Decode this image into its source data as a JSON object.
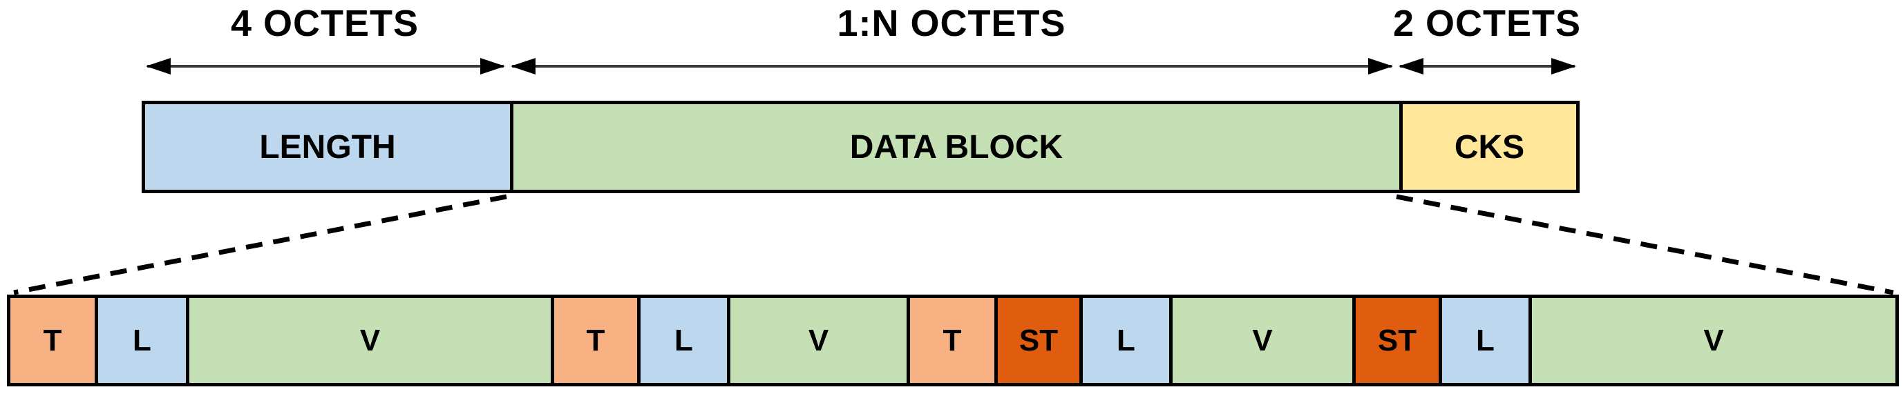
{
  "frame_diagram": {
    "dimension_labels": [
      {
        "label": "4 OCTETS"
      },
      {
        "label": "1:N OCTETS"
      },
      {
        "label": "2 OCTETS"
      }
    ],
    "frame_fields": [
      {
        "label": "LENGTH"
      },
      {
        "label": "DATA BLOCK"
      },
      {
        "label": "CKS"
      }
    ],
    "tlv_cells": [
      {
        "label": "T",
        "type": "tag"
      },
      {
        "label": "L",
        "type": "length"
      },
      {
        "label": "V",
        "type": "value"
      },
      {
        "label": "T",
        "type": "tag"
      },
      {
        "label": "L",
        "type": "length"
      },
      {
        "label": "V",
        "type": "value"
      },
      {
        "label": "T",
        "type": "tag"
      },
      {
        "label": "ST",
        "type": "subtag"
      },
      {
        "label": "L",
        "type": "length"
      },
      {
        "label": "V",
        "type": "value"
      },
      {
        "label": "ST",
        "type": "subtag"
      },
      {
        "label": "L",
        "type": "length"
      },
      {
        "label": "V",
        "type": "value"
      }
    ],
    "colors": {
      "length_field": "#BDD7EE",
      "data_block_field": "#C5E0B4",
      "cks_field": "#FFE699",
      "tag_cell": "#F8B183",
      "length_cell": "#BDD7EE",
      "value_cell": "#C5E0B4",
      "subtag_cell": "#E05C0E",
      "border": "#000000",
      "arrow": "#3A3A3A",
      "text": "#000000"
    }
  }
}
